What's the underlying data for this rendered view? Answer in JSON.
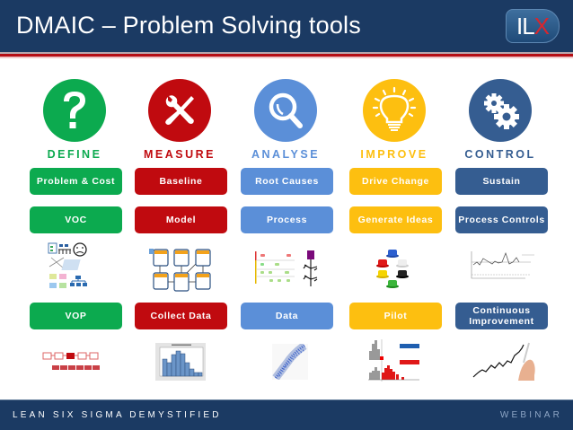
{
  "header": {
    "title": "DMAIC – Problem Solving tools",
    "logo": {
      "main": "IL",
      "accent": "X"
    }
  },
  "colors": {
    "header_bg": "#1b3a63",
    "rule_red": "#b50d14",
    "define": "#0caa4f",
    "measure": "#c00a0f",
    "analyse": "#5b8fd8",
    "improve": "#fdbf10",
    "control": "#355d91"
  },
  "phases": [
    {
      "name": "DEFINE",
      "icon": "question-mark-icon",
      "tools": [
        "Problem & Cost",
        "VOC",
        "VOP"
      ],
      "thumbs": [
        "define-tools-collage",
        "sipoc-process-flow"
      ]
    },
    {
      "name": "MEASURE",
      "icon": "wrench-screwdriver-icon",
      "tools": [
        "Baseline",
        "Model",
        "Collect Data"
      ],
      "thumbs": [
        "process-map-diagram",
        "histogram-chart"
      ]
    },
    {
      "name": "ANALYSE",
      "icon": "magnifier-icon",
      "tools": [
        "Root Causes",
        "Process",
        "Data"
      ],
      "thumbs": [
        "swimlane-fishbone",
        "scatter-plot"
      ]
    },
    {
      "name": "IMPROVE",
      "icon": "lightbulb-icon",
      "tools": [
        "Drive Change",
        "Generate Ideas",
        "Pilot"
      ],
      "thumbs": [
        "six-thinking-hats",
        "before-after-histogram"
      ]
    },
    {
      "name": "CONTROL",
      "icon": "gears-icon",
      "tools": [
        "Sustain",
        "Process Controls",
        "Continuous Improvement"
      ],
      "thumbs": [
        "control-chart",
        "rising-trend-drawing"
      ]
    }
  ],
  "footer": {
    "left": "LEAN SIX SIGMA DEMYSTIFIED",
    "right": "WEBINAR"
  }
}
